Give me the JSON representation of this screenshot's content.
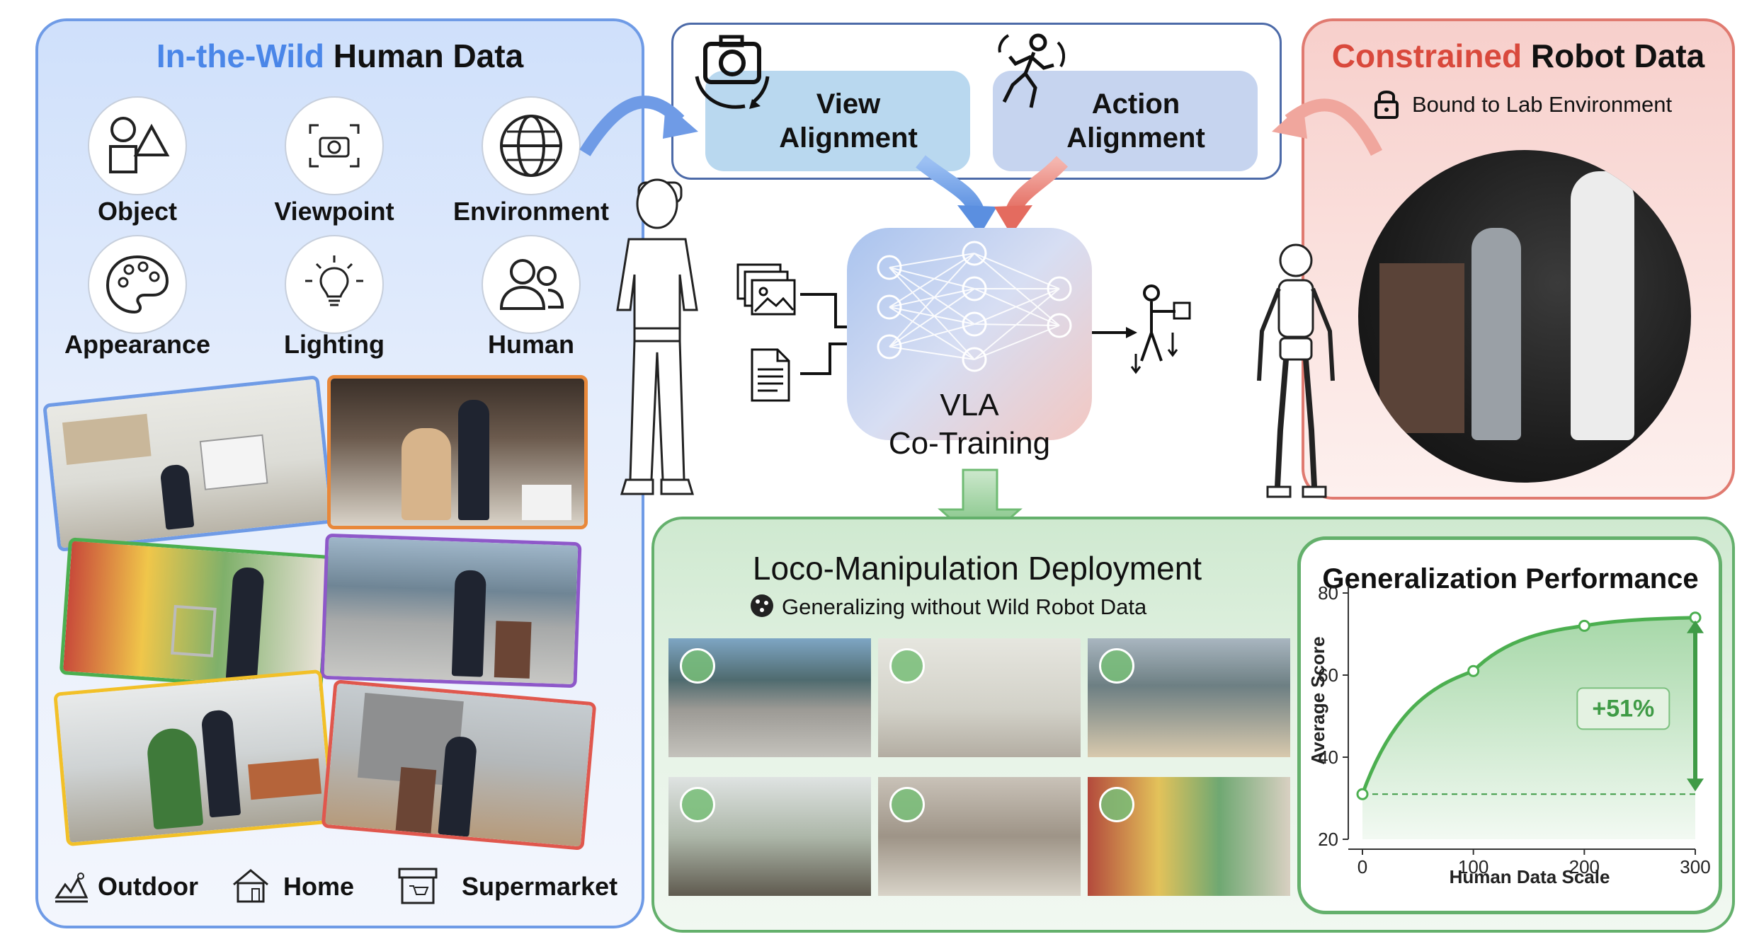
{
  "human_panel": {
    "title_highlight": "In-the-Wild",
    "title_rest": " Human Data",
    "categories": [
      {
        "label": "Object",
        "icon": "shapes-icon"
      },
      {
        "label": "Viewpoint",
        "icon": "camera-icon"
      },
      {
        "label": "Environment",
        "icon": "globe-icon"
      },
      {
        "label": "Appearance",
        "icon": "palette-icon"
      },
      {
        "label": "Lighting",
        "icon": "lightbulb-icon"
      },
      {
        "label": "Human",
        "icon": "people-icon"
      }
    ],
    "scenes": [
      {
        "label": "Outdoor",
        "icon": "outdoor-icon"
      },
      {
        "label": "Home",
        "icon": "home-icon"
      },
      {
        "label": "Supermarket",
        "icon": "store-icon"
      }
    ],
    "photo_frame_colors": [
      "#6f9be6",
      "#e8883a",
      "#4caf50",
      "#8e58c9",
      "#f2c028",
      "#e0574d"
    ]
  },
  "alignment": {
    "view": "View\nAlignment",
    "action": "Action\nAlignment"
  },
  "robot_panel": {
    "title_highlight": "Constrained",
    "title_rest": " Robot Data",
    "subtitle": "Bound to Lab Environment",
    "subtitle_icon": "lock-icon"
  },
  "center": {
    "model_label_1": "VLA",
    "model_label_2": "Co-Training"
  },
  "deploy_panel": {
    "title": "Loco-Manipulation Deployment",
    "subtitle": "Generalizing without Wild Robot Data"
  },
  "colors": {
    "blue_accent": "#4a86e8",
    "red_accent": "#d9493c",
    "green_accent": "#4caf50"
  },
  "chart_data": {
    "type": "area",
    "title": "Generalization Performance",
    "xlabel": "Human Data Scale",
    "ylabel": "Average Score",
    "x": [
      0,
      100,
      200,
      300
    ],
    "y": [
      31,
      61,
      72,
      74
    ],
    "xlim": [
      0,
      300
    ],
    "ylim": [
      20,
      80
    ],
    "xticks": [
      0,
      100,
      200,
      300
    ],
    "yticks": [
      20,
      40,
      60,
      80
    ],
    "baseline": 31,
    "annotation": "+51%",
    "grid": false,
    "color": "#4caf50"
  }
}
